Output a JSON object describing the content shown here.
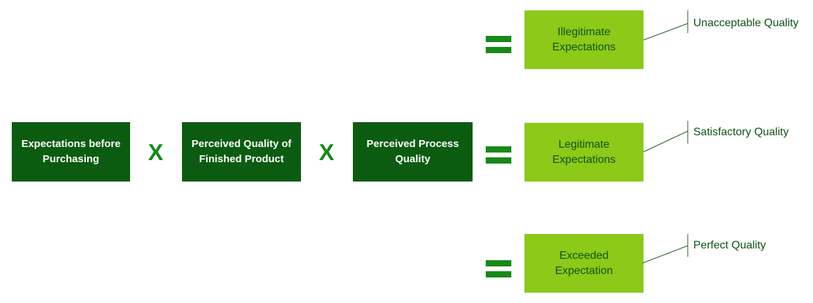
{
  "colors": {
    "box_dark_green": "#0B5C11",
    "box_light_green": "#8CC919",
    "operator_green": "#178A17",
    "connector_green": "#1C5C1E",
    "dark_text_green": "#0E5213",
    "box_text_white": "#FFFFFF"
  },
  "formula": {
    "multiply_symbol": "X",
    "equals_symbol": "=",
    "factors": [
      {
        "line1": "Expectations before",
        "line2": "Purchasing"
      },
      {
        "line1": "Perceived Quality of",
        "line2": "Finished Product"
      },
      {
        "line1": "Perceived Process",
        "line2": "Quality"
      }
    ]
  },
  "results": [
    {
      "line1": "Illegitimate",
      "line2": "Expectations",
      "quality_label": "Unacceptable Quality"
    },
    {
      "line1": "Legitimate",
      "line2": "Expectations",
      "quality_label": "Satisfactory Quality"
    },
    {
      "line1": "Exceeded",
      "line2": "Expectation",
      "quality_label": "Perfect Quality"
    }
  ]
}
